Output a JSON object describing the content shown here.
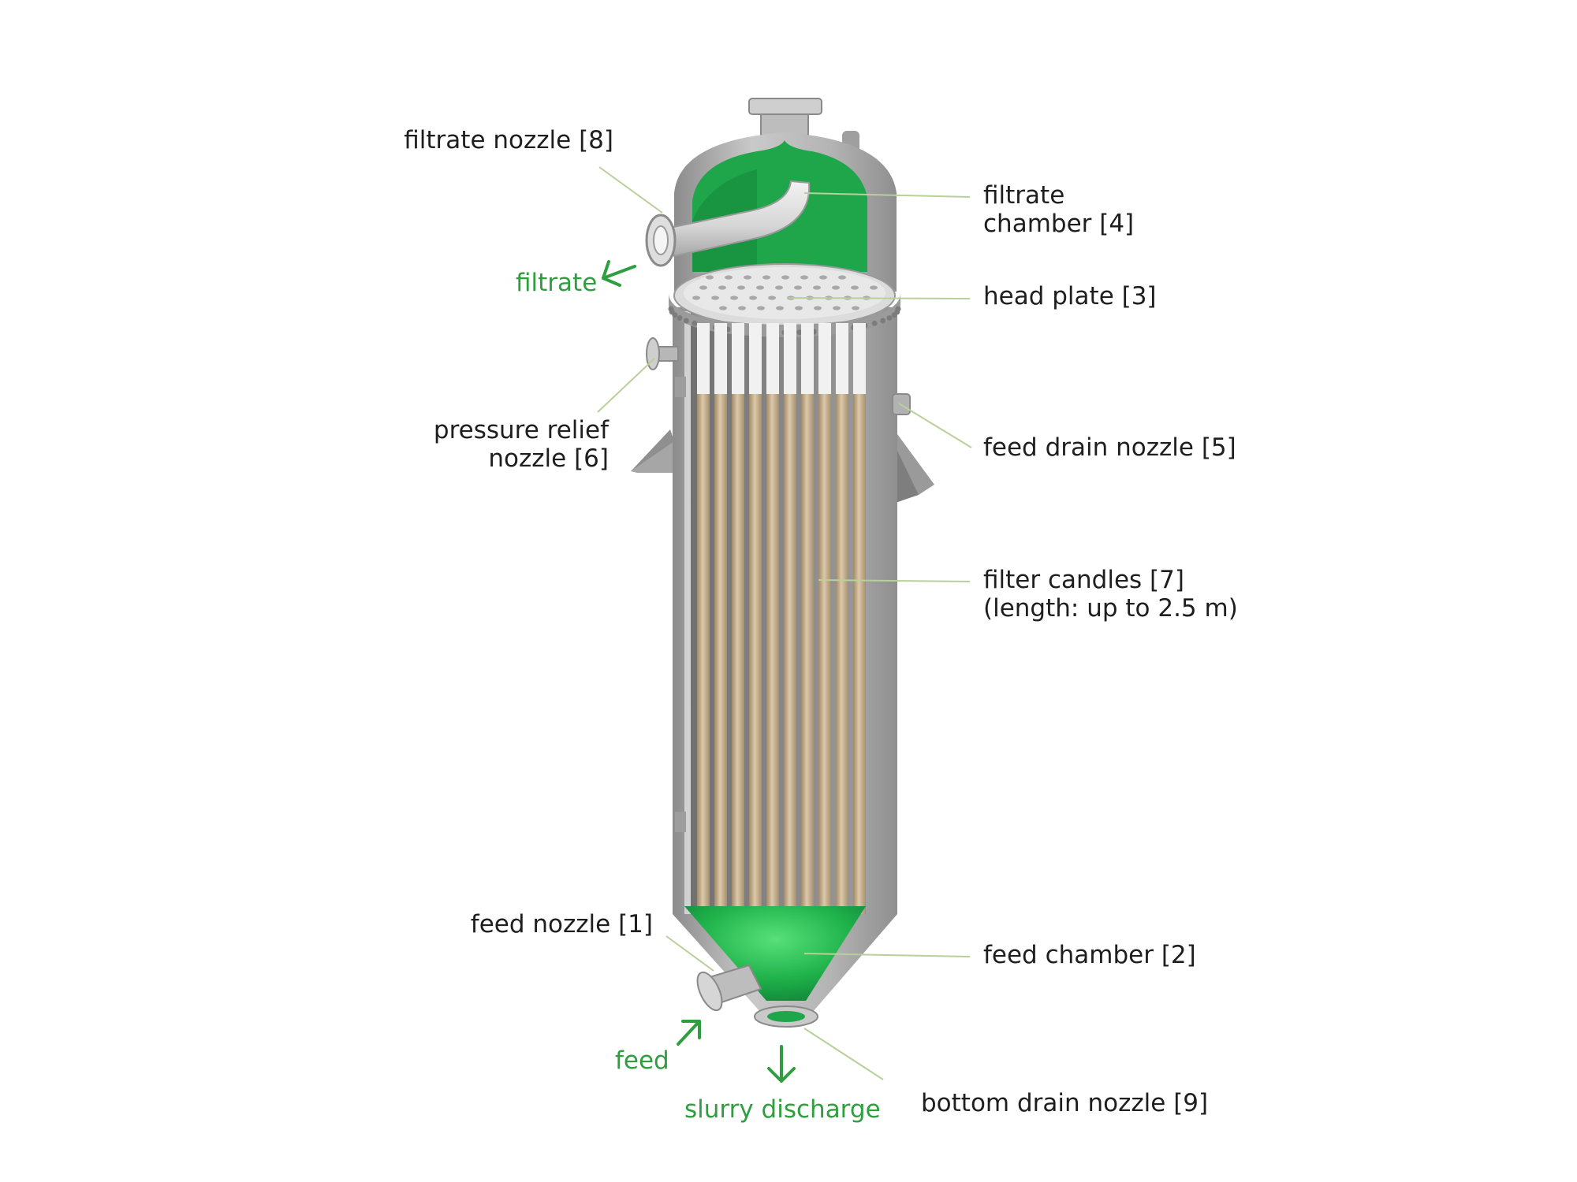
{
  "colors": {
    "accent_green": "#2e9e3e",
    "vessel_steel": "#a9a9a9",
    "candle_tan": "#cdb99a",
    "leader_line": "#b8d09a",
    "label_text": "#1e1e1e"
  },
  "labels": {
    "filtrate_nozzle": "filtrate nozzle [8]",
    "filtrate_chamber_l1": "filtrate",
    "filtrate_chamber_l2": "chamber [4]",
    "head_plate": "head plate [3]",
    "pressure_relief_l1": "pressure relief",
    "pressure_relief_l2": "nozzle [6]",
    "feed_drain_nozzle": "feed drain nozzle [5]",
    "filter_candles_l1": "filter candles [7]",
    "filter_candles_l2": "(length: up to 2.5 m)",
    "feed_nozzle": "feed nozzle [1]",
    "feed_chamber": "feed chamber [2]",
    "bottom_drain_nozzle": "bottom drain nozzle [9]"
  },
  "flows": {
    "filtrate": "filtrate",
    "feed": "feed",
    "slurry_discharge": "slurry discharge"
  },
  "icons": {
    "flow_arrow": "arrow-icon"
  }
}
